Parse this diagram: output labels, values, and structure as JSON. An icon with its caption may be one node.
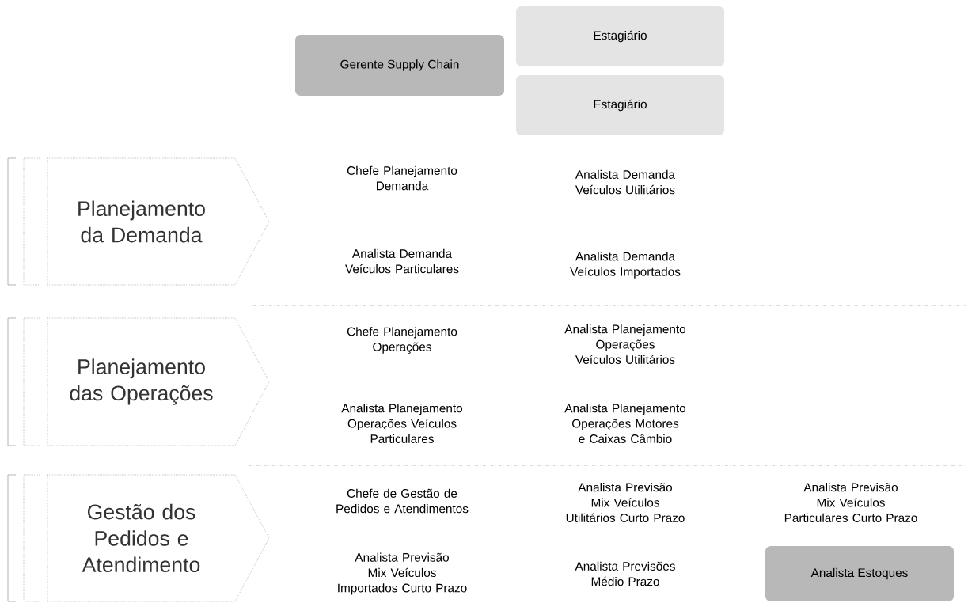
{
  "diagram": {
    "nodes": [
      {
        "text": [
          "Gerente Supply Chain"
        ]
      },
      {
        "text": [
          "Estagiário"
        ]
      },
      {
        "text": [
          "Estagiário"
        ]
      },
      {
        "text": [
          "Planejamento da Demanda"
        ]
      },
      {
        "text": [
          "Planejamento das Operações"
        ]
      },
      {
        "text": [
          "Gestão dos Pedidos e Atendimento"
        ]
      },
      {
        "text": [
          "Analista Estoques"
        ]
      }
    ],
    "labels": [
      "Chefe Planejamento Demanda",
      "Analista Demanda Veículos Utilitários",
      "Analista Demanda Veículos Particulares",
      "Analista Demanda Veículos Importados",
      "Chefe Planejamento Operações",
      "Analista Planejamento Operações Veículos Utilitários",
      "Analista Planejamento Operações Veículos Particulares",
      "Analista Planejamento Operações Motores e Caixas Câmbio",
      "Chefe de Gestão de Pedidos e Atendimentos",
      "Analista Previsão Mix Veículos Utilitários Curto Prazo",
      "Analista Previsão Mix Veículos Particulares Curto Prazo",
      "Analista Previsão Mix Veículos Importados Curto Prazo",
      "Analista Previsões Médio Prazo"
    ]
  }
}
